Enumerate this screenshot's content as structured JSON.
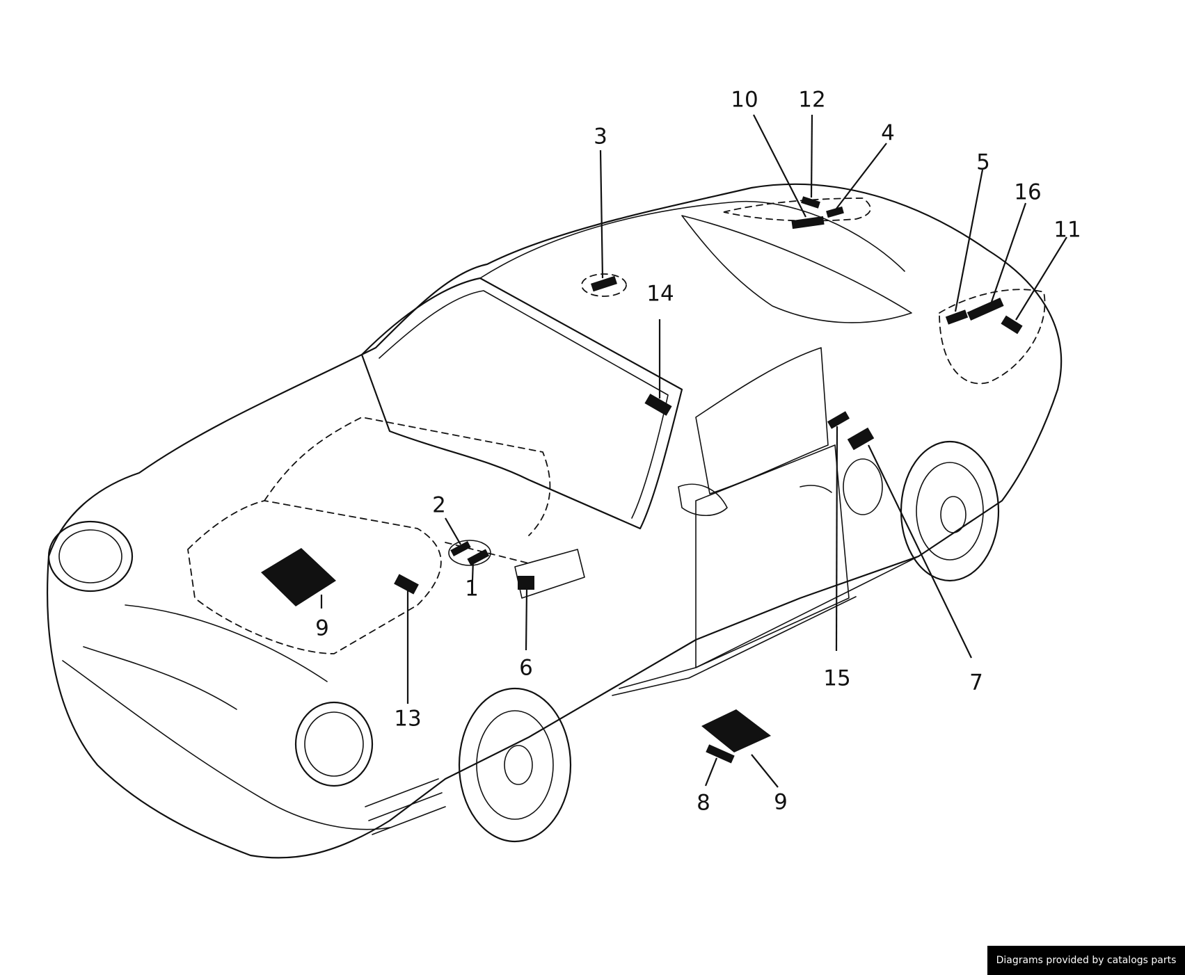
{
  "diagram": {
    "callouts": [
      {
        "id": "1",
        "label": "1"
      },
      {
        "id": "2",
        "label": "2"
      },
      {
        "id": "3",
        "label": "3"
      },
      {
        "id": "4",
        "label": "4"
      },
      {
        "id": "5",
        "label": "5"
      },
      {
        "id": "6",
        "label": "6"
      },
      {
        "id": "7",
        "label": "7"
      },
      {
        "id": "8",
        "label": "8"
      },
      {
        "id": "9a",
        "label": "9"
      },
      {
        "id": "9b",
        "label": "9"
      },
      {
        "id": "10",
        "label": "10"
      },
      {
        "id": "11",
        "label": "11"
      },
      {
        "id": "12",
        "label": "12"
      },
      {
        "id": "13",
        "label": "13"
      },
      {
        "id": "14",
        "label": "14"
      },
      {
        "id": "15",
        "label": "15"
      },
      {
        "id": "16",
        "label": "16"
      }
    ]
  },
  "footer": {
    "credit": "Diagrams provided by catalogs parts"
  }
}
